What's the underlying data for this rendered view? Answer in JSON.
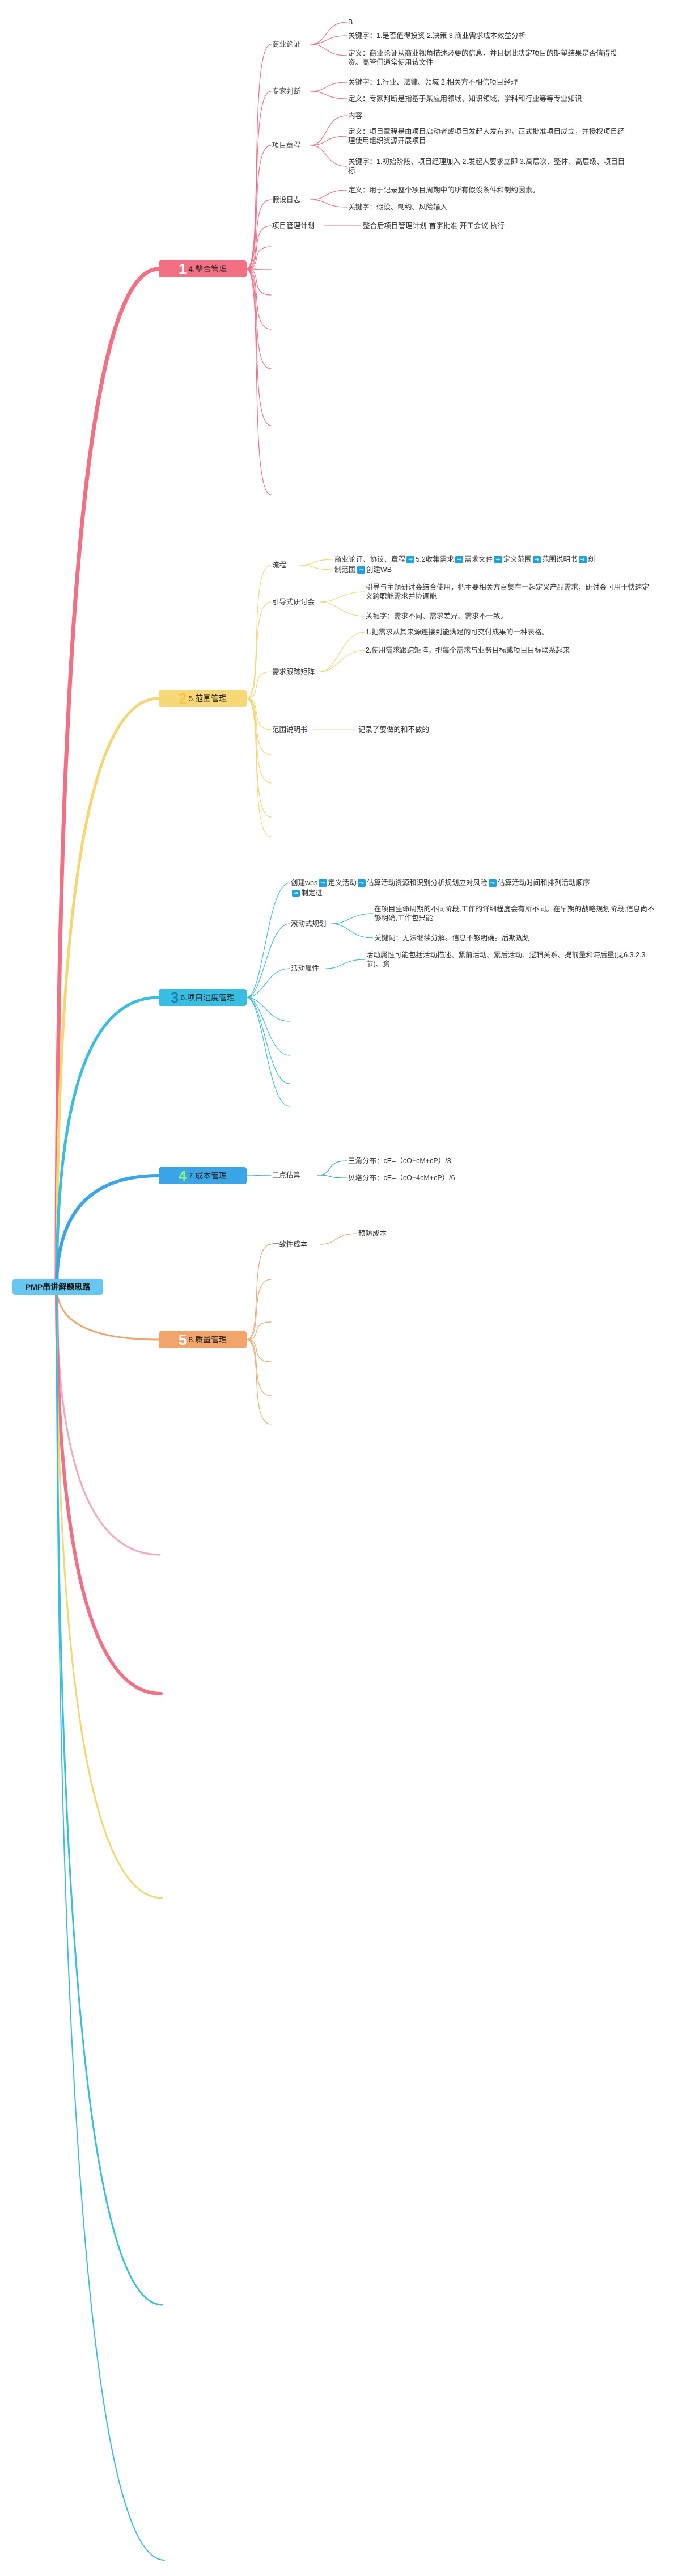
{
  "title": "PMP串讲解题思路",
  "colors": {
    "pink": "#f36f83",
    "yellow": "#f6d670",
    "cyan": "#38bde3",
    "blue": "#3aa6e7",
    "orange": "#f2a46a",
    "light_pink": "#f5a6c0",
    "root": "#66c8f0"
  },
  "topics": {
    "t4": {
      "num": "1",
      "label": "4.整合管理"
    },
    "t5": {
      "num": "2",
      "label": "5.范围管理"
    },
    "t6": {
      "num": "3",
      "label": "6.项目进度管理"
    },
    "t7": {
      "num": "4",
      "label": "7.成本管理"
    },
    "t8": {
      "num": "5",
      "label": "8.质量管理"
    }
  },
  "integration": {
    "business_case": "商业论证",
    "bc_b": "B",
    "bc_keyword": "关键字：1.是否值得投资 2.决策 3.商业需求成本效益分析",
    "bc_def": "定义：商业论证从商业视角描述必要的信息，并且据此决定项目的期望结果是否值得投资。高管们通常使用该文件",
    "expert": "专家判断",
    "ex_keyword": "关键字：1.行业、法律、领域 2.相关方不相信项目经理",
    "ex_def": "定义：专家判断是指基于某应用领域、知识领域、学科和行业等等专业知识",
    "charter": "项目章程",
    "ch_content": "内容",
    "ch_def": "定义：项目章程是由项目启动者或项目发起人发布的，正式批准项目成立，并授权项目经理使用组织资源开展项目",
    "ch_keyword": "关键字：1.初始阶段、项目经理加入 2.发起人要求立即 3.高层次、整体、高层级、项目目标",
    "assumption": "假设日志",
    "as_def": "定义：用于记录整个项目周期中的所有假设条件和制约因素。",
    "as_keyword": "关键字：假设、制约、风险输入",
    "plan": "项目管理计划",
    "plan_text": "整合后项目管理计划-首字批准-开工会议-执行"
  },
  "scope": {
    "process": "流程",
    "process_text1": "商业论证、协议、章程",
    "process_b1": "5.2收集需求",
    "process_b2": "需求文件",
    "process_b3": "定义范围",
    "process_b4": "范围说明书",
    "process_b5": "创",
    "process_text2": "制范围",
    "process_b6": "创建WB",
    "workshop": "引导式研讨会",
    "ws_text": "引导与主题研讨会结合使用，把主要相关方召集在一起定义产品需求，研讨会可用于快速定义跨职能需求并协调能",
    "ws_keyword": "关键字：需求不同、需求差异、需求不一致。",
    "rtm": "需求跟踪矩阵",
    "rtm_1": "1.把需求从其来源连接到能满足的可交付成果的一种表格。",
    "rtm_2": "2.使用需求跟踪矩阵，把每个需求与业务目标或项目目标联系起来",
    "statement": "范围说明书",
    "st_text": "记录了要做的和不做的"
  },
  "schedule": {
    "seq_text": "创建wbs",
    "seq_b1": "定义活动",
    "seq_b2": "估算活动资源和识别分析规划应对风险",
    "seq_b3": "估算活动时间和排列活动顺序",
    "seq_b4": "制定进",
    "rolling": "滚动式规划",
    "rolling_text": "在项目生命周期的不同阶段,工作的详细程度会有所不同。在早期的战略规划阶段,信息尚不够明确,工作包只能",
    "rolling_keyword": "关键词：无法继续分解。信息不够明确。后期规划",
    "attrs": "活动属性",
    "attrs_text": "活动属性可能包括活动描述、紧前活动、紧后活动、逻辑关系、提前量和滞后量(见6.3.2.3 节)、资"
  },
  "cost": {
    "estimate": "三点估算",
    "triangle": "三角分布：cE=（cO+cM+cP）/3",
    "beta": "贝塔分布：cE=（cO+4cM+cP）/6"
  },
  "quality": {
    "coq": "一致性成本",
    "prevention": "预防成本"
  }
}
